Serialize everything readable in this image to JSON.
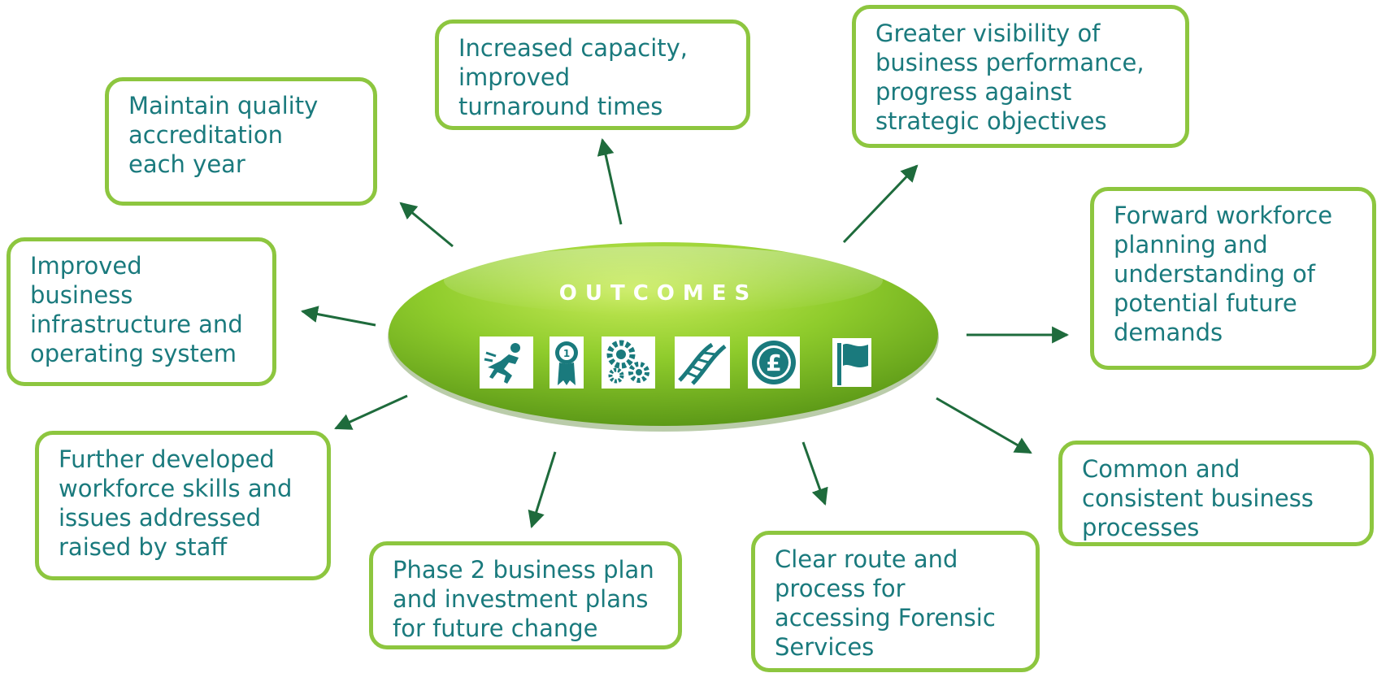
{
  "center": {
    "title": "OUTCOMES",
    "icons": [
      "running-figure-icon",
      "award-ribbon-icon",
      "gears-icon",
      "dna-icon",
      "pound-coin-icon",
      "flag-icon"
    ]
  },
  "outcomes": [
    {
      "id": "maintain-quality",
      "lines": [
        "Maintain quality",
        "accreditation",
        "each year"
      ]
    },
    {
      "id": "increased-capacity",
      "lines": [
        "Increased capacity,",
        "improved",
        "turnaround times"
      ]
    },
    {
      "id": "greater-visibility",
      "lines": [
        "Greater visibility of",
        "business performance,",
        "progress against",
        "strategic objectives"
      ]
    },
    {
      "id": "forward-workforce",
      "lines": [
        "Forward workforce",
        "planning and",
        "understanding of",
        "potential future",
        "demands"
      ]
    },
    {
      "id": "improved-infrastructure",
      "lines": [
        "Improved",
        "business",
        "infrastructure and",
        "operating system"
      ]
    },
    {
      "id": "further-developed",
      "lines": [
        "Further developed",
        "workforce skills and",
        "issues addressed",
        "raised by staff"
      ]
    },
    {
      "id": "phase-2",
      "lines": [
        "Phase 2 business plan",
        "and investment plans",
        "for future change"
      ]
    },
    {
      "id": "clear-route",
      "lines": [
        "Clear route and",
        "process for",
        "accessing Forensic",
        "Services"
      ]
    },
    {
      "id": "common-consistent",
      "lines": [
        "Common and",
        "consistent business",
        "processes"
      ]
    }
  ],
  "colors": {
    "box_border": "#8dc63f",
    "text": "#1a7a7d",
    "arrow": "#1e6b3c",
    "ellipse_light": "#b8e04a",
    "ellipse_dark": "#4f8c12",
    "icon_bg": "#ffffff",
    "icon_fg": "#1a7a7d"
  }
}
